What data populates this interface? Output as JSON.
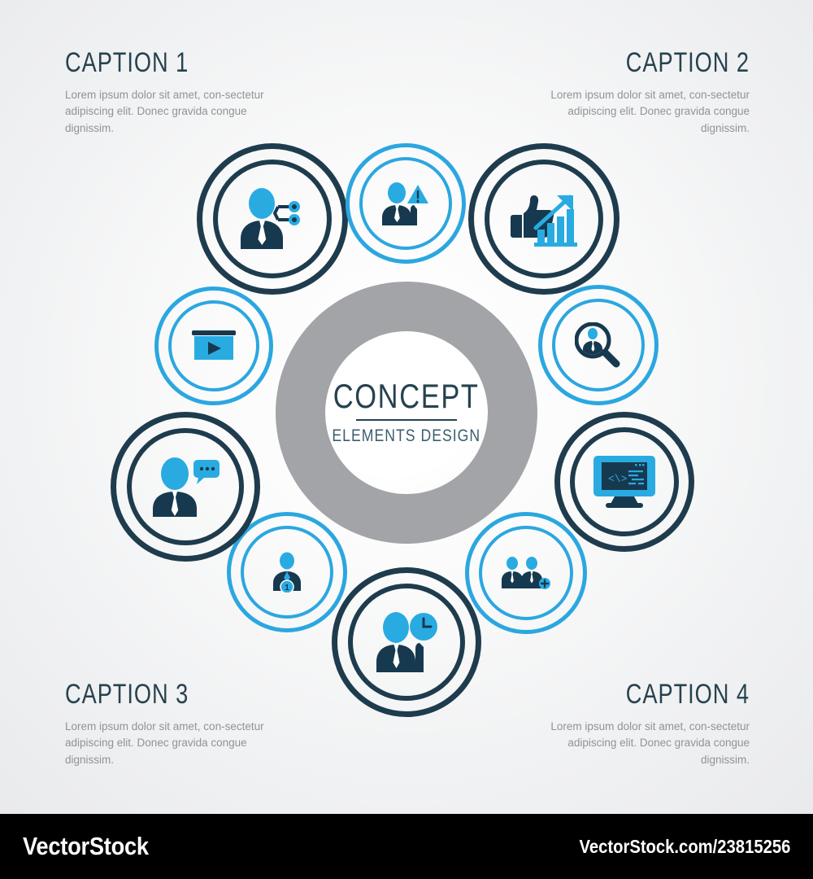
{
  "center": {
    "title": "CONCEPT",
    "subtitle": "ELEMENTS DESIGN",
    "ring_color": "#a2a4a7",
    "text_color": "#27424f"
  },
  "captions": [
    {
      "id": "caption-1",
      "title": "CAPTION 1",
      "body": "Lorem ipsum dolor sit amet, con-sectetur adipiscing elit. Donec gravida congue dignissim.",
      "align": "left"
    },
    {
      "id": "caption-2",
      "title": "CAPTION 2",
      "body": "Lorem ipsum dolor sit amet, con-sectetur adipiscing elit. Donec gravida congue dignissim.",
      "align": "right"
    },
    {
      "id": "caption-3",
      "title": "CAPTION 3",
      "body": "Lorem ipsum dolor sit amet, con-sectetur adipiscing elit. Donec gravida congue dignissim.",
      "align": "left"
    },
    {
      "id": "caption-4",
      "title": "CAPTION 4",
      "body": "Lorem ipsum dolor sit amet, con-sectetur adipiscing elit. Donec gravida congue dignissim.",
      "align": "right"
    }
  ],
  "nodes": [
    {
      "icon": "user-share-network-icon",
      "ring": "dark",
      "position": "top-left"
    },
    {
      "icon": "user-warning-alert-icon",
      "ring": "blue",
      "position": "top-center-left"
    },
    {
      "icon": "thumbs-up-growth-chart-icon",
      "ring": "dark",
      "position": "top-right"
    },
    {
      "icon": "user-search-magnifier-icon",
      "ring": "blue",
      "position": "right-upper"
    },
    {
      "icon": "monitor-code-icon",
      "ring": "dark",
      "position": "right-lower"
    },
    {
      "icon": "add-group-users-icon",
      "ring": "blue",
      "position": "bottom-right"
    },
    {
      "icon": "user-clock-time-icon",
      "ring": "dark",
      "position": "bottom-center"
    },
    {
      "icon": "user-badge-one-icon",
      "ring": "blue",
      "position": "bottom-left"
    },
    {
      "icon": "user-speech-bubble-icon",
      "ring": "dark",
      "position": "left-lower"
    },
    {
      "icon": "video-player-play-icon",
      "ring": "blue",
      "position": "left-upper"
    }
  ],
  "icon_badges": {
    "user_badge_number": "1"
  },
  "palette": {
    "dark_navy": "#1e3c4d",
    "bright_blue": "#2ba7e0",
    "gray_ring": "#a2a4a7",
    "caption_title": "#27424f",
    "caption_body": "#8e9498",
    "background": "#f2f3f4"
  },
  "footer": {
    "brand": "VectorStock",
    "url": "VectorStock.com/23815256",
    "background": "#000000",
    "text_color": "#ffffff"
  }
}
